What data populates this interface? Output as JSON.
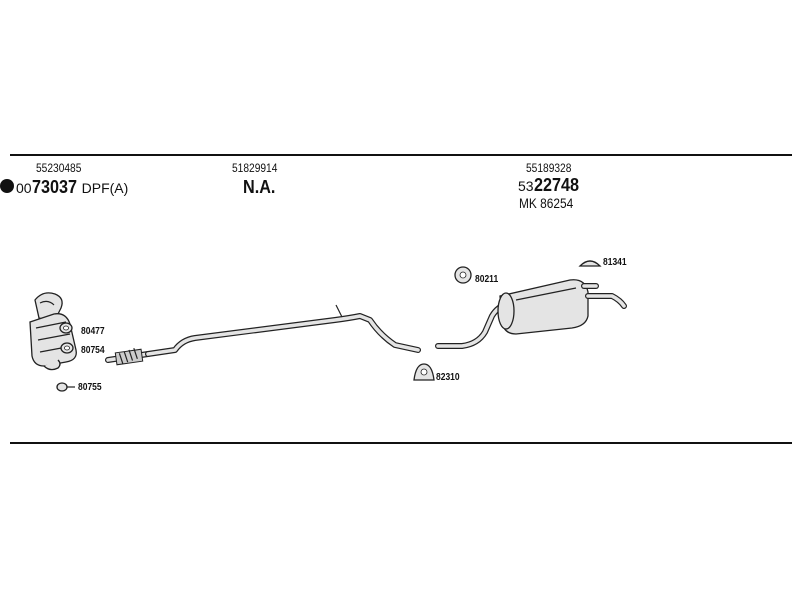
{
  "header": {
    "section1": {
      "ref": "55230485",
      "code_prefix": "00",
      "code_main": "73037",
      "code_suffix": "DPF(A)"
    },
    "section2": {
      "ref": "51829914",
      "code": "N.A."
    },
    "section3": {
      "ref": "55189328",
      "code_prefix": "53",
      "code_main": "22748",
      "alt_code": "MK 86254"
    }
  },
  "parts": {
    "p80477": "80477",
    "p80754": "80754",
    "p80755": "80755",
    "p80211": "80211",
    "p81341": "81341",
    "p82310": "82310"
  }
}
